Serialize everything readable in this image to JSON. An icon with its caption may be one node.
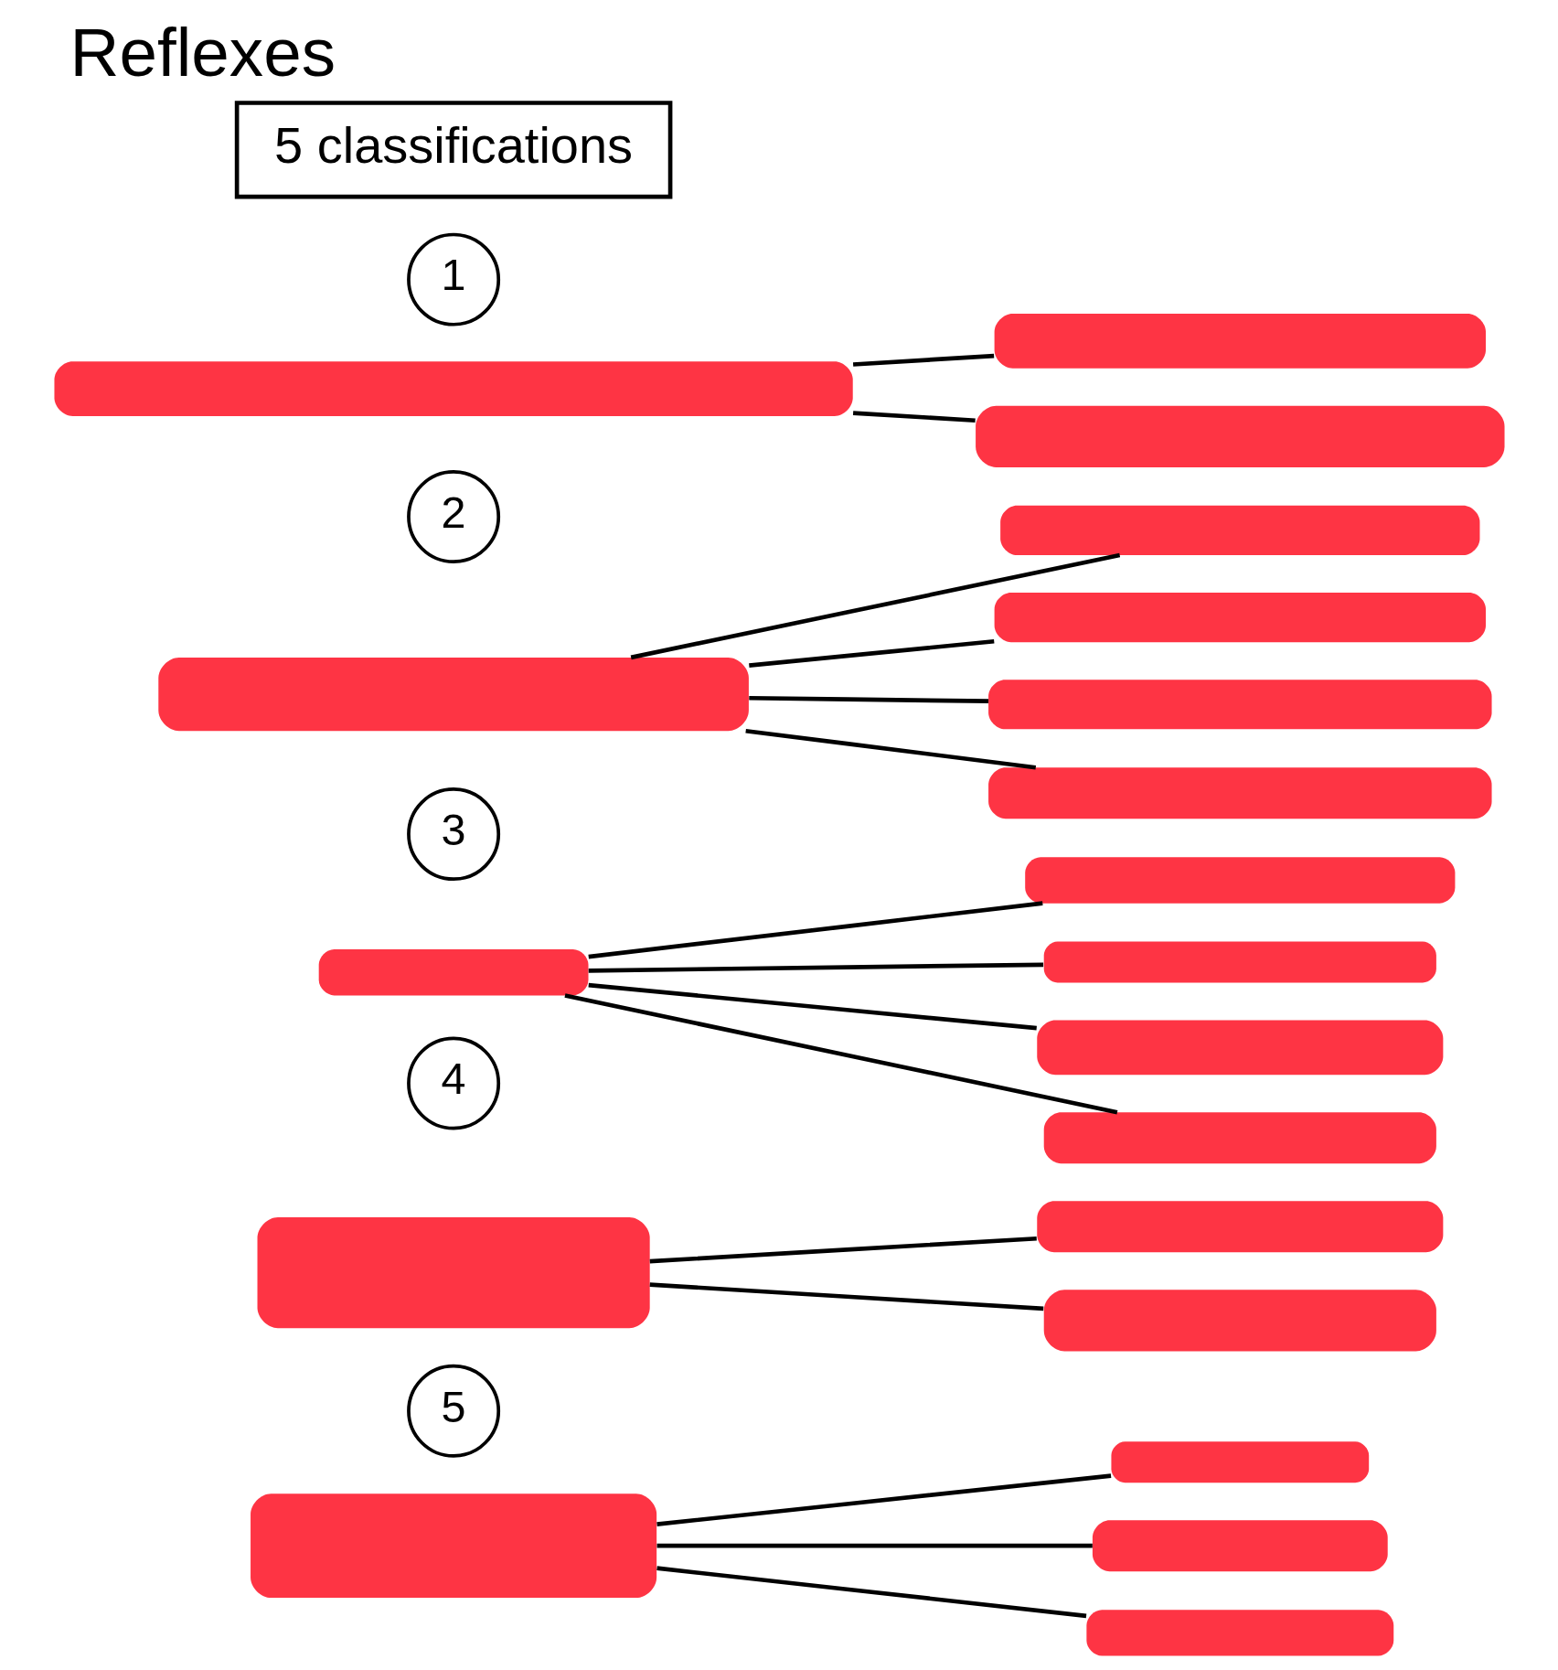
{
  "diagram": {
    "title": "Reflexes",
    "nodes": [
      {
        "text": [
          "5 classifications"
        ]
      },
      {
        "text": [
          "1"
        ]
      },
      {
        "text": [],
        "shape": "bar"
      },
      {
        "text": [],
        "shape": "bar"
      },
      {
        "text": [],
        "shape": "bar"
      },
      {
        "text": [
          "2"
        ]
      },
      {
        "text": [],
        "shape": "bar"
      },
      {
        "text": [],
        "shape": "bar"
      },
      {
        "text": [],
        "shape": "bar"
      },
      {
        "text": [],
        "shape": "bar"
      },
      {
        "text": [],
        "shape": "bar"
      },
      {
        "text": [
          "3"
        ]
      },
      {
        "text": [],
        "shape": "bar"
      },
      {
        "text": [],
        "shape": "bar"
      },
      {
        "text": [],
        "shape": "bar"
      },
      {
        "text": [],
        "shape": "bar"
      },
      {
        "text": [],
        "shape": "bar"
      },
      {
        "text": [
          "4"
        ]
      },
      {
        "text": [],
        "shape": "bar"
      },
      {
        "text": [],
        "shape": "bar"
      },
      {
        "text": [],
        "shape": "bar"
      },
      {
        "text": [
          "5"
        ]
      },
      {
        "text": [],
        "shape": "bar"
      },
      {
        "text": [],
        "shape": "bar"
      },
      {
        "text": [],
        "shape": "bar"
      },
      {
        "text": [],
        "shape": "bar"
      }
    ],
    "edges": [
      {
        "from": 2,
        "to": 3,
        "arrow": "none"
      },
      {
        "from": 2,
        "to": 4,
        "arrow": "none"
      },
      {
        "from": 6,
        "to": 7,
        "arrow": "none"
      },
      {
        "from": 6,
        "to": 8,
        "arrow": "none"
      },
      {
        "from": 6,
        "to": 9,
        "arrow": "none"
      },
      {
        "from": 6,
        "to": 10,
        "arrow": "none"
      },
      {
        "from": 12,
        "to": 13,
        "arrow": "none"
      },
      {
        "from": 12,
        "to": 14,
        "arrow": "none"
      },
      {
        "from": 12,
        "to": 15,
        "arrow": "none"
      },
      {
        "from": 12,
        "to": 16,
        "arrow": "none"
      },
      {
        "from": 18,
        "to": 19,
        "arrow": "none"
      },
      {
        "from": 18,
        "to": 20,
        "arrow": "none"
      },
      {
        "from": 22,
        "to": 23,
        "arrow": "none"
      },
      {
        "from": 22,
        "to": 24,
        "arrow": "none"
      },
      {
        "from": 22,
        "to": 25,
        "arrow": "none"
      }
    ]
  }
}
